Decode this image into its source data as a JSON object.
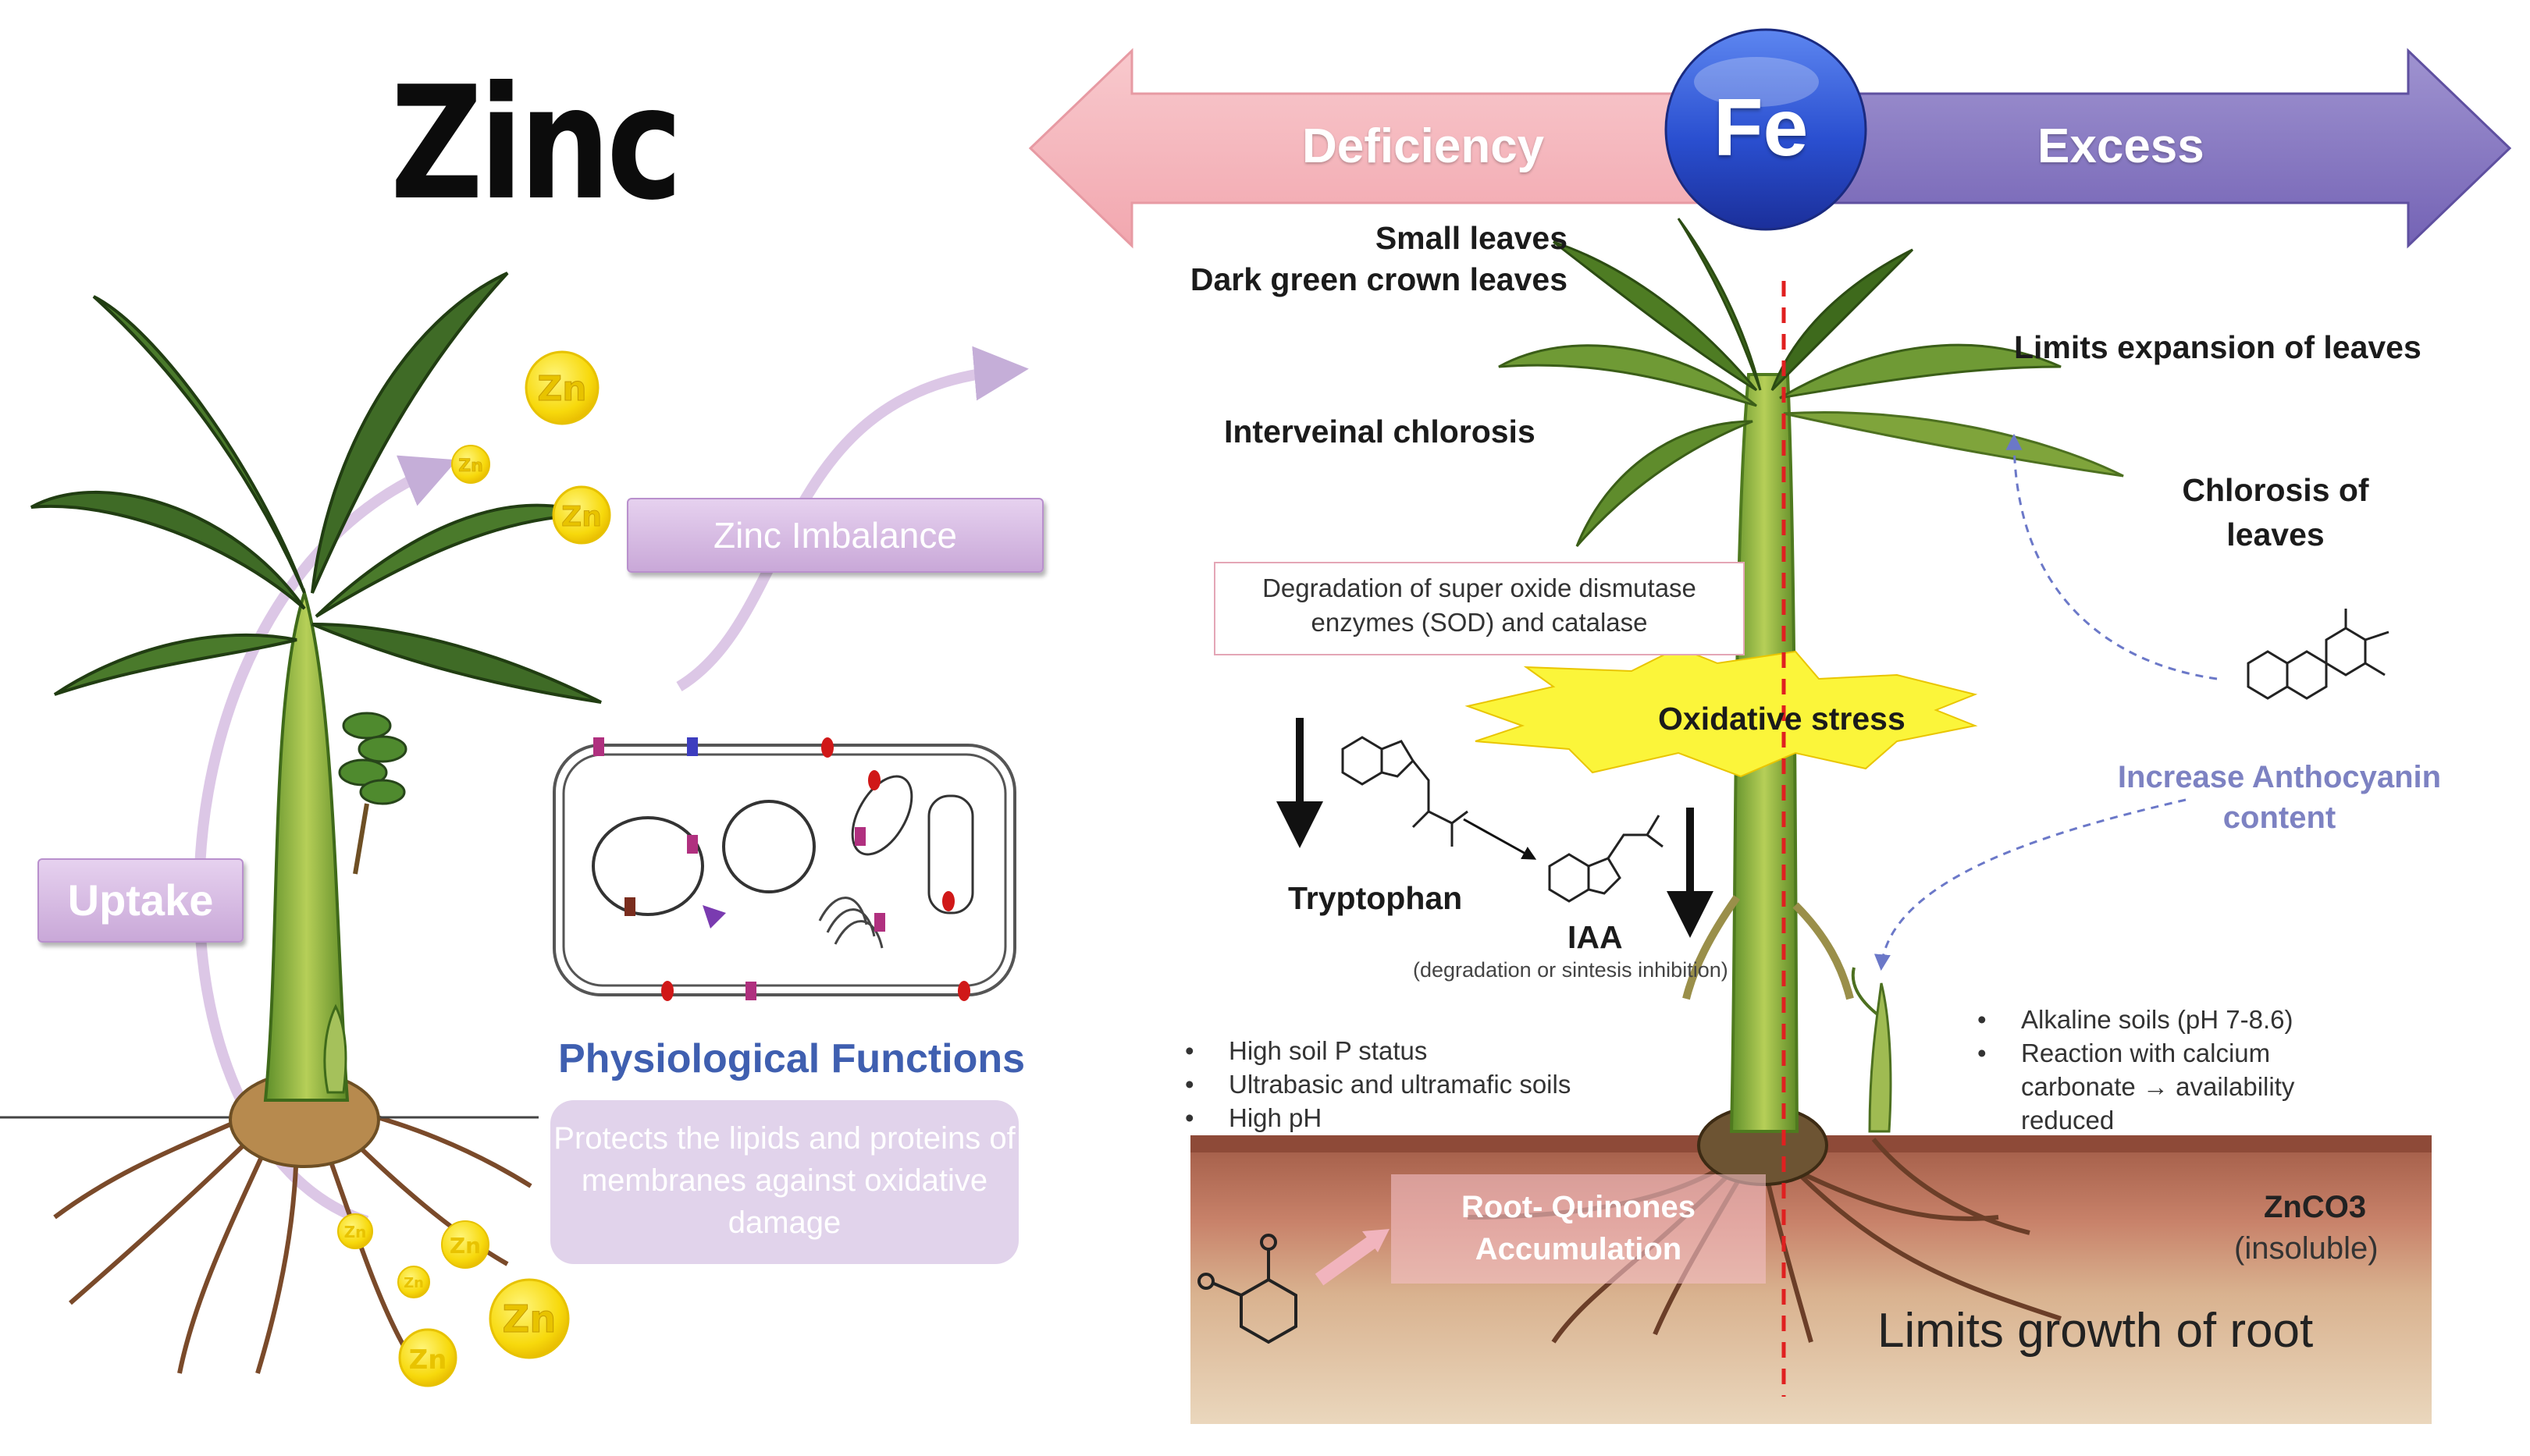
{
  "left_panel": {
    "title": "Zinc",
    "uptake_label": "Uptake",
    "imbalance_label": "Zinc Imbalance",
    "physiological_title": "Physiological Functions",
    "physiological_text": "Protects the lipids and proteins of membranes against oxidative damage",
    "zn_symbol": "Zn"
  },
  "right_panel": {
    "deficiency_label": "Deficiency",
    "excess_label": "Excess",
    "fe_label": "Fe",
    "small_leaves": "Small leaves",
    "dark_green": "Dark green crown leaves",
    "interveinal": "Interveinal chlorosis",
    "limits_expansion": "Limits expansion of leaves",
    "chlorosis_line1": "Chlorosis of",
    "chlorosis_line2": "leaves",
    "sod_text": "Degradation of super oxide dismutase enzymes (SOD) and catalase",
    "oxidative_stress": "Oxidative stress",
    "tryptophan": "Tryptophan",
    "iaa": "IAA",
    "iaa_note": "(degradation or sintesis inhibition)",
    "anthocyanin": "Increase Anthocyanin content",
    "left_bullets": [
      "High soil P status",
      "Ultrabasic and ultramafic soils",
      "High pH"
    ],
    "right_bullets": [
      "Alkaline soils (pH 7-8.6)",
      "Reaction with calcium carbonate → availability reduced"
    ],
    "root_quinones": "Root- Quinones Accumulation",
    "znco3": "ZnCO3",
    "insoluble": "(insoluble)",
    "limits_root": "Limits growth of root"
  },
  "colors": {
    "deficiency_arrow": "#f6b9bf",
    "excess_arrow": "#8b7dc2",
    "fe_ball": "#2d56d6",
    "oxidative_star": "#fbf53a",
    "divider": "#e02020",
    "physiological_title": "#3f5fb0",
    "anthocyanin": "#7d82c2"
  }
}
